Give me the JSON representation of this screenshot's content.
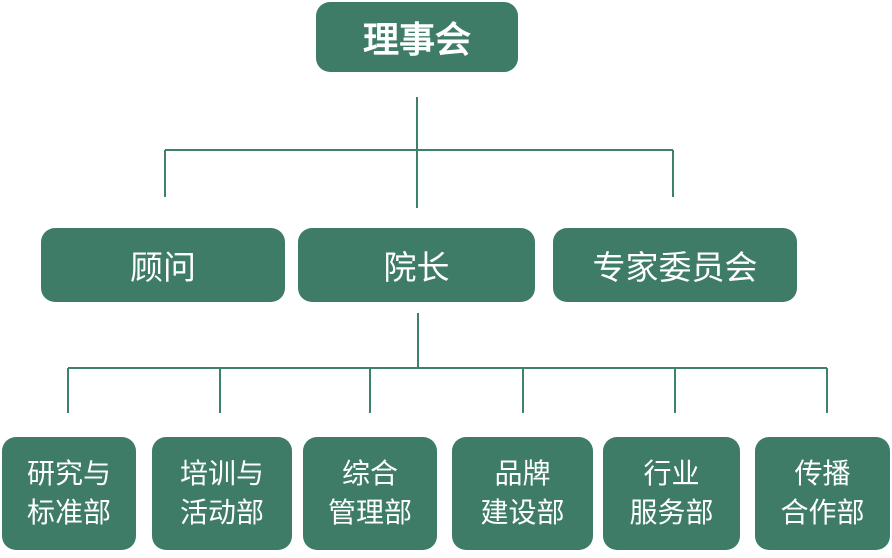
{
  "org_chart": {
    "root": {
      "label": "理事会"
    },
    "level2": [
      {
        "id": "advisor",
        "label": "顾问"
      },
      {
        "id": "dean",
        "label": "院长"
      },
      {
        "id": "expert-committee",
        "label": "专家委员会"
      }
    ],
    "level3": [
      {
        "id": "research-standards-dept",
        "line1": "研究与",
        "line2": "标准部"
      },
      {
        "id": "training-events-dept",
        "line1": "培训与",
        "line2": "活动部"
      },
      {
        "id": "general-management-dept",
        "line1": "综合",
        "line2": "管理部"
      },
      {
        "id": "brand-building-dept",
        "line1": "品牌",
        "line2": "建设部"
      },
      {
        "id": "industry-service-dept",
        "line1": "行业",
        "line2": "服务部"
      },
      {
        "id": "communication-cooperation-dept",
        "line1": "传播",
        "line2": "合作部"
      }
    ]
  },
  "colors": {
    "box_fill": "#3E7C68",
    "connector_line": "#3E8169",
    "text": "#FFFFFF",
    "background": "#FFFFFF"
  }
}
